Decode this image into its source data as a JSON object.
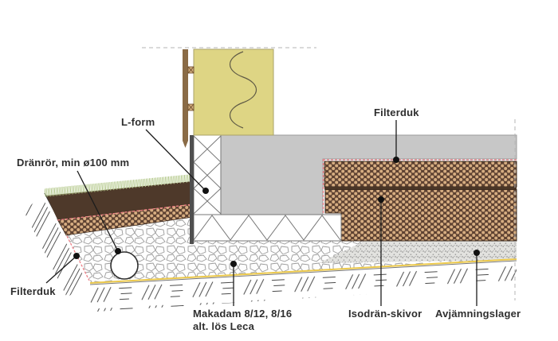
{
  "diagram": {
    "type": "construction-section-detail",
    "labels": {
      "l_form": "L-form",
      "dranror": "Dränrör, min ø100 mm",
      "filterduk_top": "Filterduk",
      "filterduk_left": "Filterduk",
      "makadam_line1": "Makadam 8/12, 8/16",
      "makadam_line2": "alt. lös Leca",
      "isodran": "Isodrän-skivor",
      "avjamningslager": "Avjämningslager"
    },
    "colors": {
      "slab_gray": "#c7c7c7",
      "wall_insulation_yellow": "#ded584",
      "batten_brown": "#8a6b46",
      "soil_brown": "#4e392a",
      "grass_green": "#b6ca8c",
      "isodran_board_light": "#d6ad81",
      "isodran_board_dark": "#5e4232",
      "filterduk_pink": "#ee7f86",
      "leveling_yellow": "#ecc94b",
      "leader_dark": "#1c1c1c"
    }
  }
}
